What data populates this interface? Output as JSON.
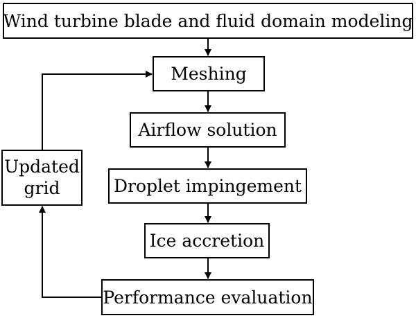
{
  "diagram": {
    "nodes": {
      "modeling": "Wind turbine blade and fluid domain modeling",
      "meshing": "Meshing",
      "airflow": "Airflow solution",
      "droplet": "Droplet impingement",
      "ice": "Ice accretion",
      "performance": "Performance evaluation",
      "updated_line1": "Updated",
      "updated_line2": "grid"
    },
    "edges": [
      {
        "from": "modeling",
        "to": "meshing"
      },
      {
        "from": "meshing",
        "to": "airflow"
      },
      {
        "from": "airflow",
        "to": "droplet"
      },
      {
        "from": "droplet",
        "to": "ice"
      },
      {
        "from": "ice",
        "to": "performance"
      },
      {
        "from": "performance",
        "to": "updated"
      },
      {
        "from": "updated",
        "to": "meshing"
      }
    ],
    "colors": {
      "stroke": "#000000",
      "background": "#ffffff"
    }
  }
}
